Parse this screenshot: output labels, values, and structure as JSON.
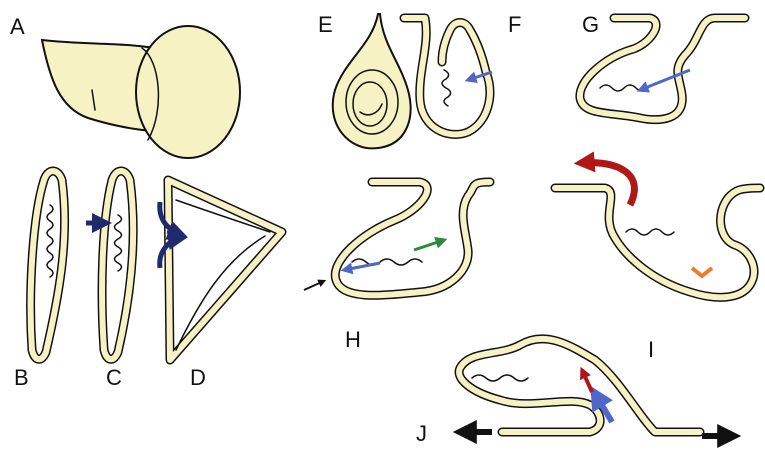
{
  "panels": {
    "A": "A",
    "B": "B",
    "C": "C",
    "D": "D",
    "E": "E",
    "F": "F",
    "G": "G",
    "H": "H",
    "I": "I",
    "J": "J"
  },
  "colors": {
    "tissue_fill": "#f7f2c4",
    "outline": "#111111",
    "navy_arrow": "#1f2a6e",
    "blue_arrow": "#4f67c9",
    "green_arrow": "#2e8a3a",
    "red_arrow": "#b01818",
    "orange_arrow": "#f07a2a",
    "black_arrow": "#111111"
  }
}
